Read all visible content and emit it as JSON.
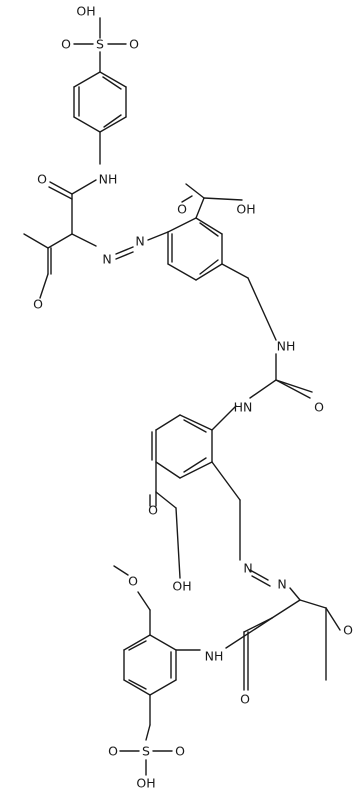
{
  "labels": {
    "so3h_top_oh": "OH",
    "so3h_top_s": "S",
    "so3h_top_o_left": "O",
    "so3h_top_o_right": "O",
    "amide_top_o": "O",
    "amide_top_nh": "NH",
    "ketone_top_o": "O",
    "azo_top_n1": "N",
    "azo_top_n2": "N",
    "cooh_top_o": "O",
    "cooh_top_oh": "OH",
    "urea_nh_top": "NH",
    "urea_nh_bottom": "HN",
    "urea_o": "O",
    "cooh_bottom_o": "O",
    "cooh_bottom_oh": "OH",
    "azo_bottom_n1": "N",
    "azo_bottom_n2": "N",
    "ketone_bottom_o": "O",
    "amide_bottom_nh": "NH",
    "amide_bottom_o": "O",
    "methoxy_o": "O",
    "so3h_bottom_s": "S",
    "so3h_bottom_o_left": "O",
    "so3h_bottom_o_right": "O",
    "so3h_bottom_oh": "OH"
  }
}
